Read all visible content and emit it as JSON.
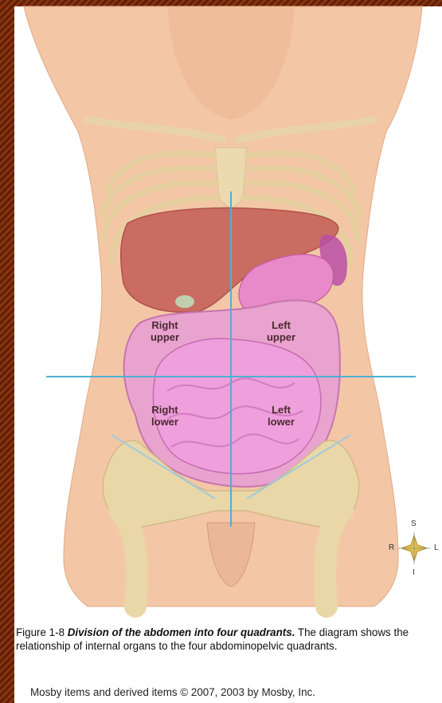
{
  "figure": {
    "quadrants": {
      "right_upper": [
        "Right",
        "upper"
      ],
      "left_upper": [
        "Left",
        "upper"
      ],
      "right_lower": [
        "Right",
        "lower"
      ],
      "left_lower": [
        "Left",
        "lower"
      ]
    },
    "compass": {
      "top": "S",
      "bottom": "I",
      "left": "R",
      "right": "L"
    }
  },
  "caption": {
    "number": "Figure 1-8 ",
    "title": "Division of the abdomen into four quadrants.",
    "text": " The diagram shows the relationship of internal organs to the four abdominopelvic quadrants."
  },
  "credit": "Mosby items and derived items © 2007, 2003 by Mosby, Inc."
}
